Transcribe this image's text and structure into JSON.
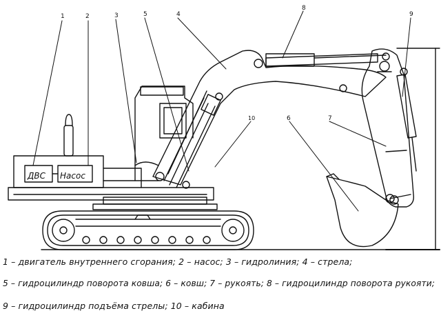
{
  "diagram": {
    "callouts": [
      "1",
      "2",
      "3",
      "5",
      "4",
      "8",
      "9",
      "10",
      "6",
      "7"
    ],
    "box_labels": {
      "engine": "ДВС",
      "pump": "Насос"
    }
  },
  "legend": {
    "line1": "1 – двигатель внутреннего сгорания; 2 – насос; 3 – гидролиния; 4 – стрела;",
    "line2": "5 – гидроцилиндр поворота ковша; 6 – ковш; 7 – рукоять; 8 – гидроцилиндр поворота рукояти;",
    "line3": "9 – гидроцилиндр подъёма стрелы; 10 – кабина"
  }
}
